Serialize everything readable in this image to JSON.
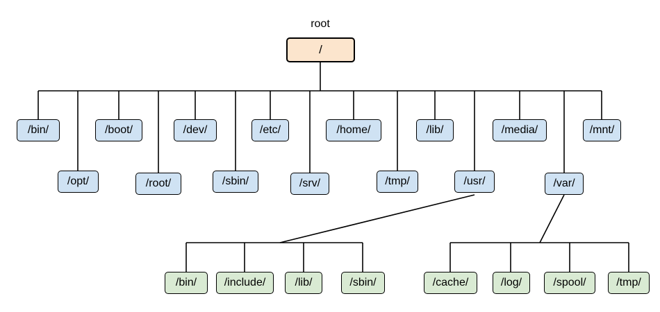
{
  "root": {
    "caption": "root",
    "label": "/",
    "color": "#fce5cd"
  },
  "top_level": {
    "color": "#cfe2f3",
    "items": [
      "/bin/",
      "/opt/",
      "/boot/",
      "/root/",
      "/dev/",
      "/sbin/",
      "/etc/",
      "/srv/",
      "/home/",
      "/tmp/",
      "/lib/",
      "/usr/",
      "/media/",
      "/var/",
      "/mnt/"
    ]
  },
  "usr_children": {
    "color": "#d9ead3",
    "items": [
      "/bin/",
      "/include/",
      "/lib/",
      "/sbin/"
    ]
  },
  "var_children": {
    "color": "#d9ead3",
    "items": [
      "/cache/",
      "/log/",
      "/spool/",
      "/tmp/"
    ]
  },
  "line_color": "#000000"
}
